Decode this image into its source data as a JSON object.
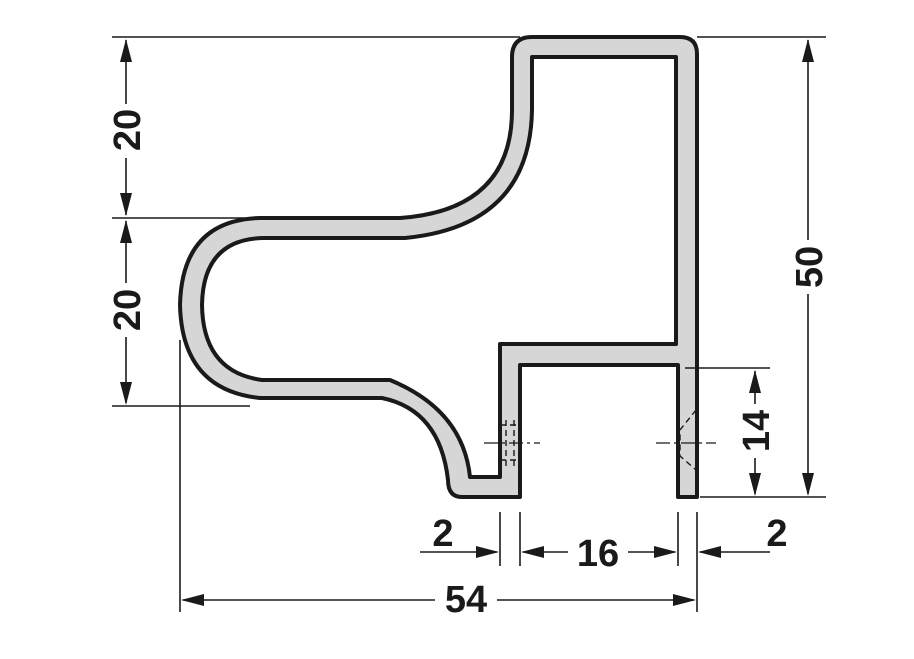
{
  "drawing": {
    "dimensions": {
      "top_height": "20",
      "middle_height": "20",
      "total_height": "50",
      "slot_depth": "14",
      "left_wall": "2",
      "slot_width": "16",
      "right_wall": "2",
      "total_width": "54"
    },
    "colors": {
      "profile_fill": "#d6d6d6",
      "line": "#1a1a1a",
      "background": "#ffffff"
    }
  }
}
